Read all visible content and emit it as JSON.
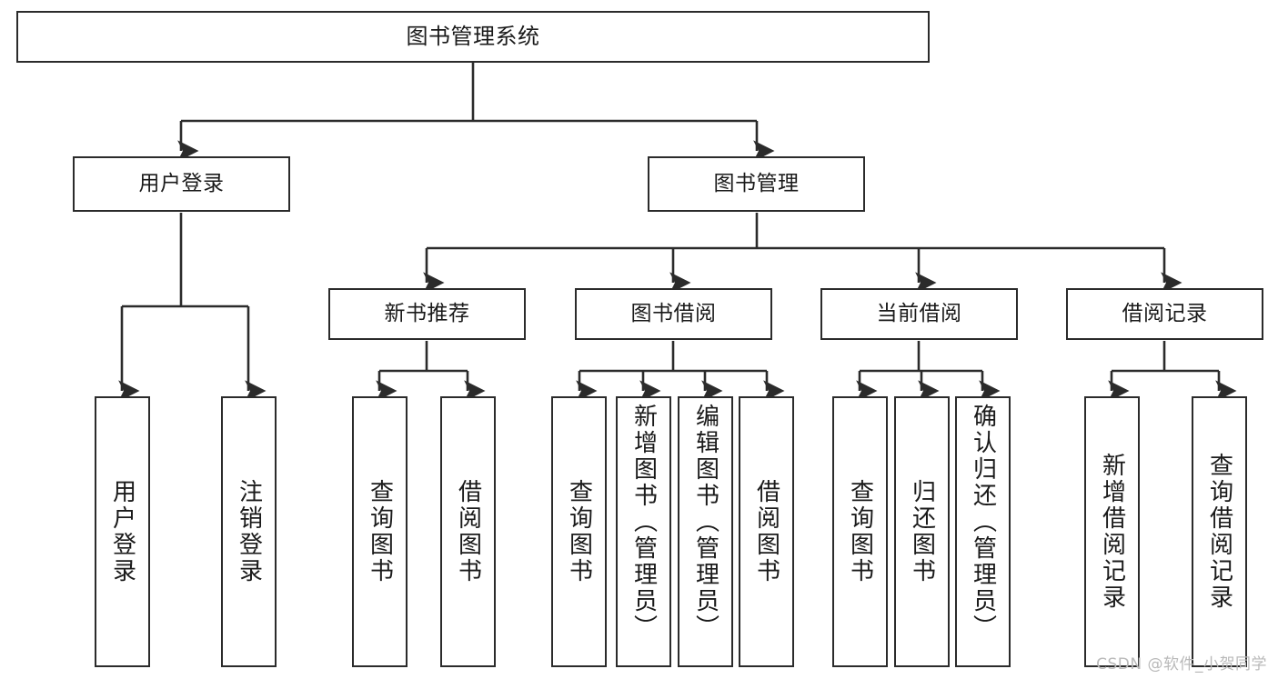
{
  "diagram": {
    "title": "图书管理系统",
    "type": "tree-hierarchy-chart",
    "stroke_color": "#2b2b2b",
    "background_color": "#ffffff",
    "root": {
      "label": "图书管理系统"
    },
    "level2": [
      {
        "label": "用户登录"
      },
      {
        "label": "图书管理"
      }
    ],
    "level3": [
      {
        "label": "新书推荐"
      },
      {
        "label": "图书借阅"
      },
      {
        "label": "当前借阅"
      },
      {
        "label": "借阅记录"
      }
    ],
    "leaves": {
      "user_login": [
        {
          "label": "用户登录"
        },
        {
          "label": "注销登录"
        }
      ],
      "new_book_recommend": [
        {
          "label": "查询图书"
        },
        {
          "label": "借阅图书"
        }
      ],
      "book_borrow": [
        {
          "label": "查询图书"
        },
        {
          "label": "新增图书（管理员）"
        },
        {
          "label": "编辑图书（管理员）"
        },
        {
          "label": "借阅图书"
        }
      ],
      "current_borrow": [
        {
          "label": "查询图书"
        },
        {
          "label": "归还图书"
        },
        {
          "label": "确认归还（管理员）"
        }
      ],
      "borrow_record": [
        {
          "label": "新增借阅记录"
        },
        {
          "label": "查询借阅记录"
        }
      ]
    }
  },
  "watermark": {
    "text": "CSDN @软件_小贺同学"
  }
}
